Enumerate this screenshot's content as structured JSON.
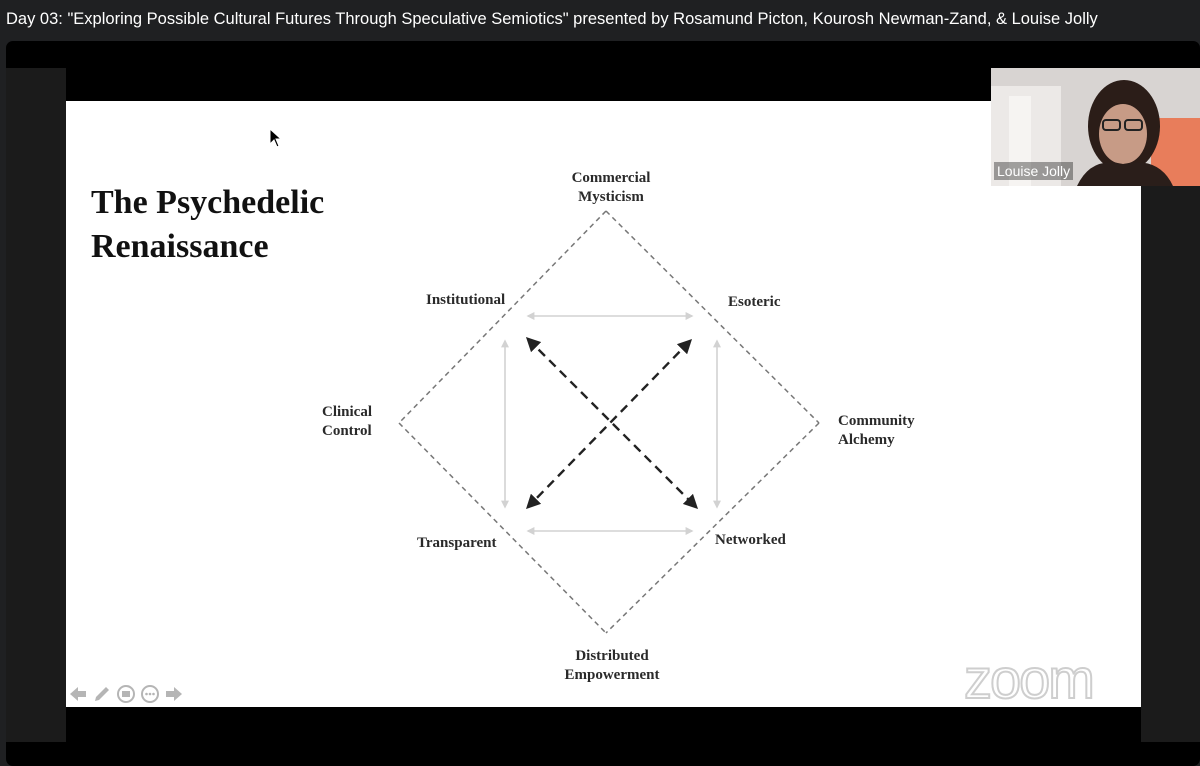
{
  "window": {
    "title": "Day 03: \"Exploring Possible Cultural Futures Through Speculative Semiotics\" presented by Rosamund Picton, Kourosh Newman-Zand, & Louise Jolly"
  },
  "slide": {
    "title_line1": "The Psychedelic",
    "title_line2": "Renaissance",
    "diagram": {
      "top": [
        "Commercial",
        "Mysticism"
      ],
      "bottom": [
        "Distributed",
        "Empowerment"
      ],
      "left": [
        "Clinical",
        "Control"
      ],
      "right": [
        "Community",
        "Alchemy"
      ],
      "upper_left": "Institutional",
      "upper_right": "Esoteric",
      "lower_left": "Transparent",
      "lower_right": "Networked"
    },
    "controls": [
      "arrow-left-icon",
      "pencil-icon",
      "screen-icon",
      "more-icon",
      "arrow-right-icon"
    ]
  },
  "watermark": "zoom",
  "participant": {
    "name": "Louise Jolly"
  }
}
